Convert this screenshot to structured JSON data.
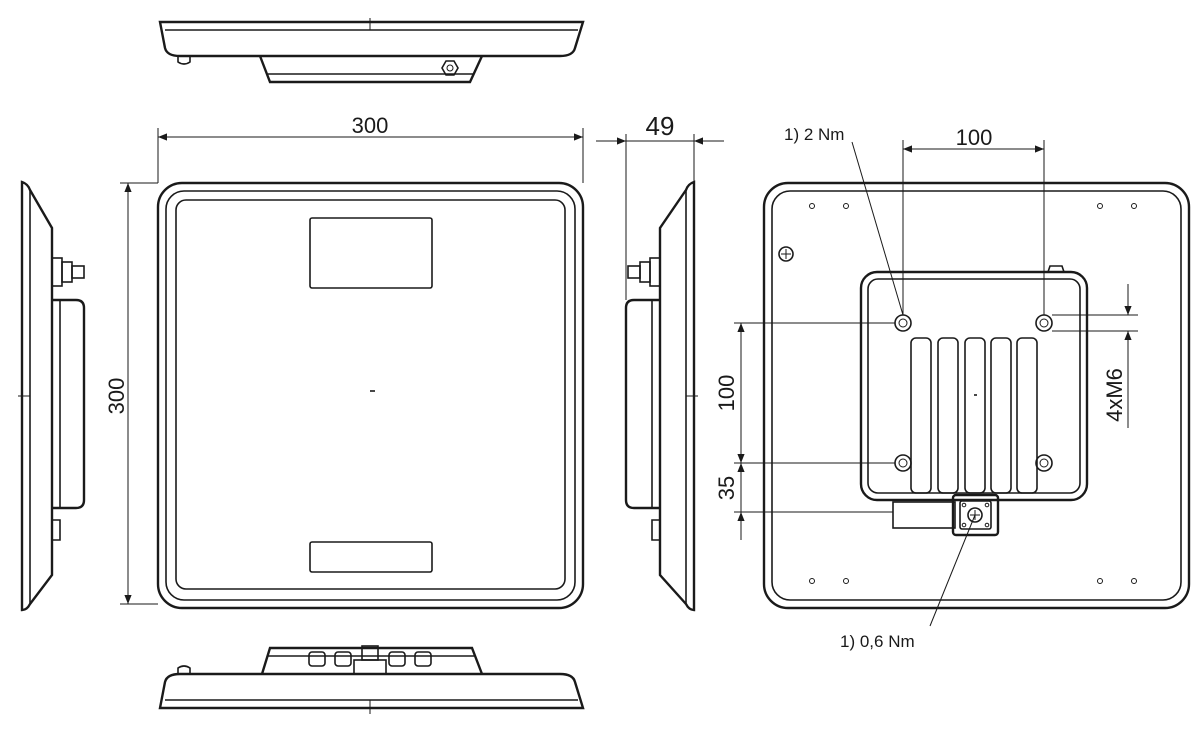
{
  "dimensions": {
    "front_width": "300",
    "front_height": "300",
    "depth": "49",
    "back_mount_width": "100",
    "back_mount_height": "100",
    "back_offset": "35",
    "thread": "4xM6"
  },
  "notes": {
    "mount_torque": "1) 2 Nm",
    "connector_torque": "1) 0,6 Nm"
  }
}
